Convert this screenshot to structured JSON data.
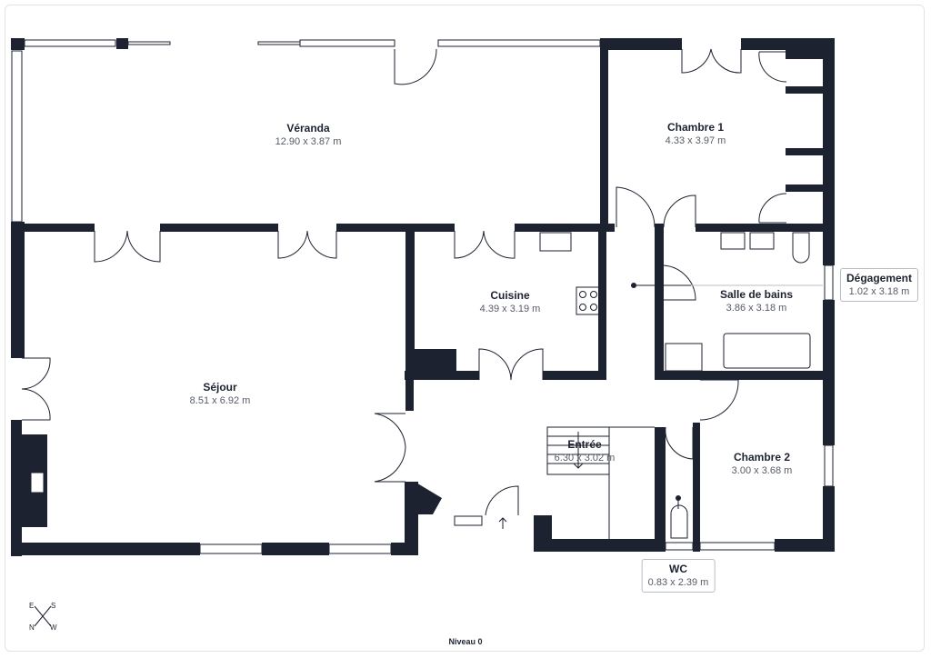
{
  "rooms": {
    "veranda": {
      "name": "Véranda",
      "dims": "12.90 x 3.87 m"
    },
    "chambre1": {
      "name": "Chambre 1",
      "dims": "4.33 x 3.97 m"
    },
    "sejour": {
      "name": "Séjour",
      "dims": "8.51 x 6.92 m"
    },
    "cuisine": {
      "name": "Cuisine",
      "dims": "4.39 x 3.19 m"
    },
    "salle_de_bains": {
      "name": "Salle de bains",
      "dims": "3.86 x 3.18 m"
    },
    "degagement": {
      "name": "Dégagement",
      "dims": "1.02 x 3.18 m"
    },
    "entree": {
      "name": "Entrée",
      "dims": "6.30 x 3.02 m"
    },
    "chambre2": {
      "name": "Chambre 2",
      "dims": "3.00 x 3.68 m"
    },
    "wc": {
      "name": "WC",
      "dims": "0.83 x 2.39 m"
    }
  },
  "level": "Niveau 0",
  "compass": {
    "n": "N",
    "e": "E",
    "s": "S",
    "w": "W"
  },
  "colors": {
    "wall": "#1c2230",
    "line": "#1c2230"
  }
}
